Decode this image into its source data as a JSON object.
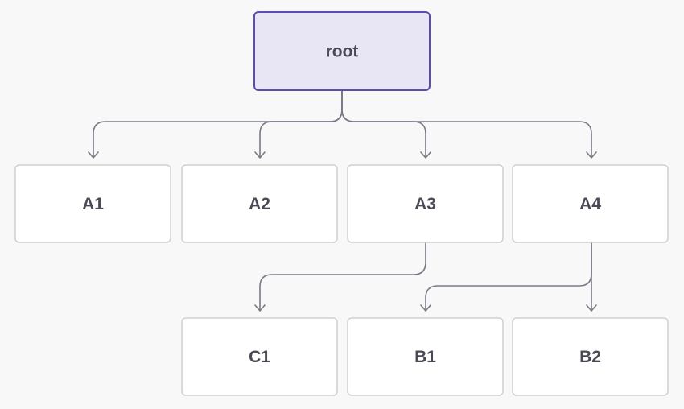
{
  "diagram": {
    "nodes": [
      {
        "id": "root",
        "label": "root",
        "style": "highlight"
      },
      {
        "id": "A1",
        "label": "A1",
        "style": "plain"
      },
      {
        "id": "A2",
        "label": "A2",
        "style": "plain"
      },
      {
        "id": "A3",
        "label": "A3",
        "style": "plain"
      },
      {
        "id": "A4",
        "label": "A4",
        "style": "plain"
      },
      {
        "id": "C1",
        "label": "C1",
        "style": "plain"
      },
      {
        "id": "B1",
        "label": "B1",
        "style": "plain"
      },
      {
        "id": "B2",
        "label": "B2",
        "style": "plain"
      }
    ],
    "edges": [
      {
        "from": "root",
        "to": "A1"
      },
      {
        "from": "root",
        "to": "A2"
      },
      {
        "from": "root",
        "to": "A3"
      },
      {
        "from": "root",
        "to": "A4"
      },
      {
        "from": "A3",
        "to": "C1"
      },
      {
        "from": "A4",
        "to": "B1"
      },
      {
        "from": "A4",
        "to": "B2"
      }
    ],
    "colors": {
      "background": "#f8f8f8",
      "highlight_fill": "#e8e5f4",
      "highlight_border": "#5b4bb3",
      "box_fill": "#ffffff",
      "box_border": "#cfcfcf",
      "edge": "#7a7a86",
      "text": "#4a4a56"
    }
  }
}
